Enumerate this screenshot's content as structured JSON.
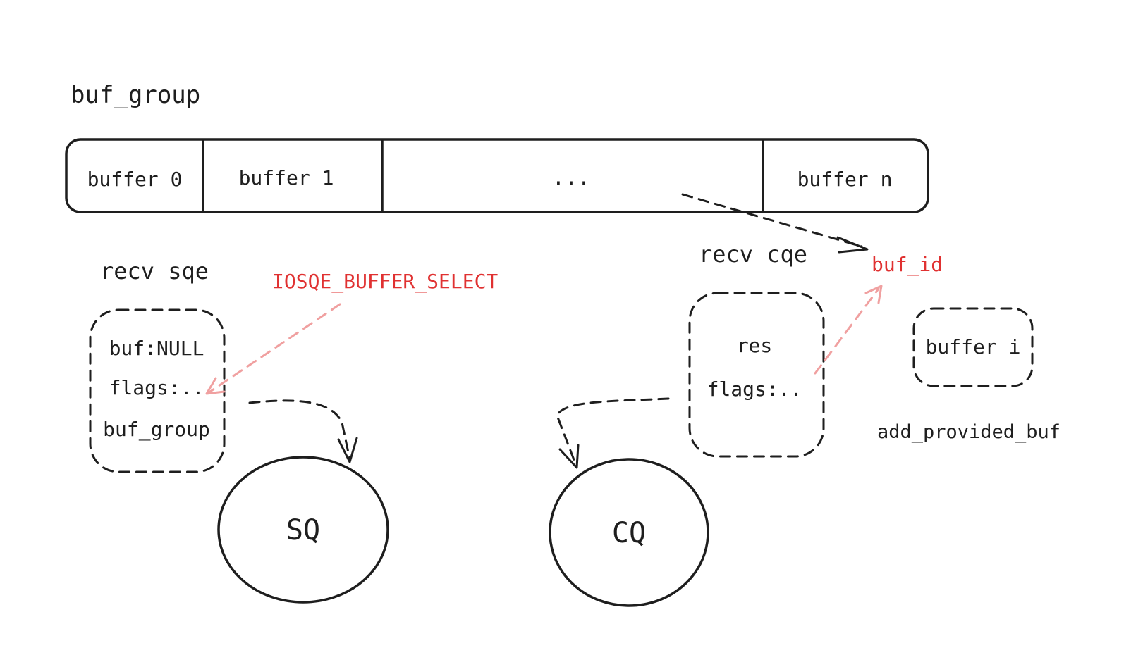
{
  "buf_group": {
    "title": "buf_group",
    "cells": [
      "buffer 0",
      "buffer 1",
      "...",
      "buffer n"
    ]
  },
  "sqe": {
    "title": "recv sqe",
    "fields": [
      "buf:NULL",
      "flags:..",
      "buf_group"
    ],
    "flag_label": "IOSQE_BUFFER_SELECT"
  },
  "cqe": {
    "title": "recv cqe",
    "fields": [
      "res",
      "flags:.."
    ],
    "buf_id_label": "buf_id"
  },
  "provided": {
    "box_label": "buffer i",
    "caption": "add_provided_buf"
  },
  "queues": {
    "sq": "SQ",
    "cq": "CQ"
  },
  "colors": {
    "ink": "#1e1e1e",
    "accent_red": "#e03131",
    "arrow_red": "#f0a0a0",
    "background": "#ffffff"
  }
}
